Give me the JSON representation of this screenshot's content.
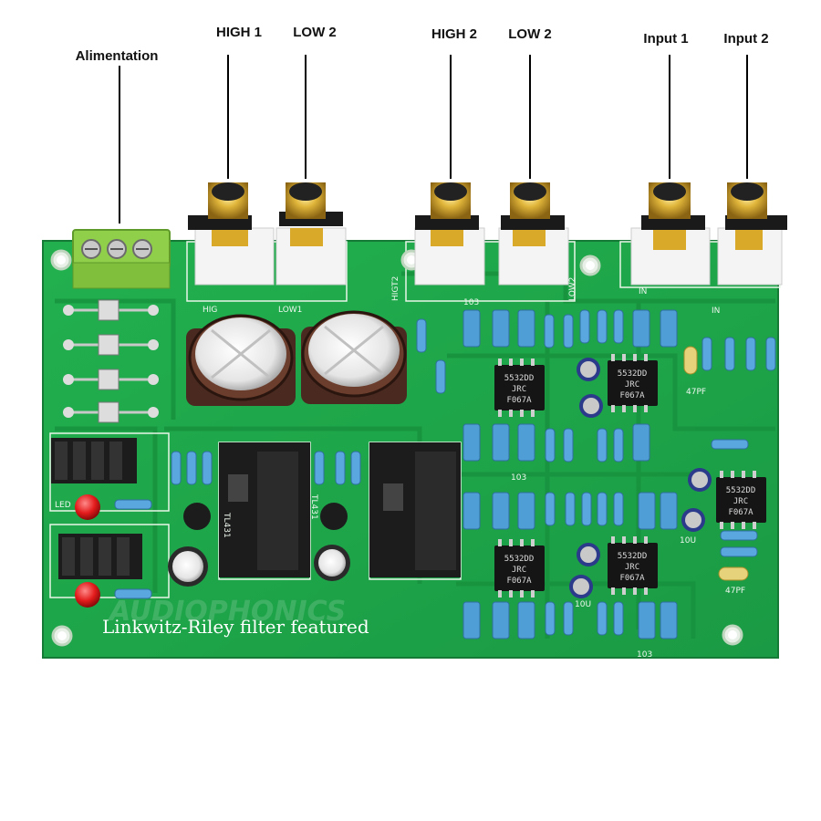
{
  "labels": {
    "alimentation": "Alimentation",
    "high1": "HIGH 1",
    "low2_a": "LOW 2",
    "high2": "HIGH 2",
    "low2_b": "LOW 2",
    "input1": "Input 1",
    "input2": "Input 2"
  },
  "board": {
    "footer_text": "Linkwitz-Riley filter featured",
    "watermark": "AUDIOPHONICS",
    "silk": {
      "led": "LED",
      "higt2": "HIGT2",
      "low2": "LOW2",
      "lowr": "LOW1",
      "higl": "HIG",
      "in_a": "IN",
      "in_b": "IN",
      "tl431_a": "TL431",
      "tl431_b": "TL431",
      "cap_pf_a": "47PF",
      "cap_pf_b": "47PF",
      "r103": "103",
      "c10u": "10U"
    },
    "chip": {
      "line1": "5532DD",
      "line2": "JRC",
      "line3": "F067A"
    }
  },
  "colors": {
    "pcb": "#1fa84a",
    "pcb_dark": "#17903d",
    "rca_gold": "#d9a92a",
    "terminal": "#8fcf4a",
    "film_cap": "#4f9fd6",
    "resistor": "#5aa7e0",
    "heatsink": "#1c1c1c",
    "led": "#e31b1b"
  }
}
